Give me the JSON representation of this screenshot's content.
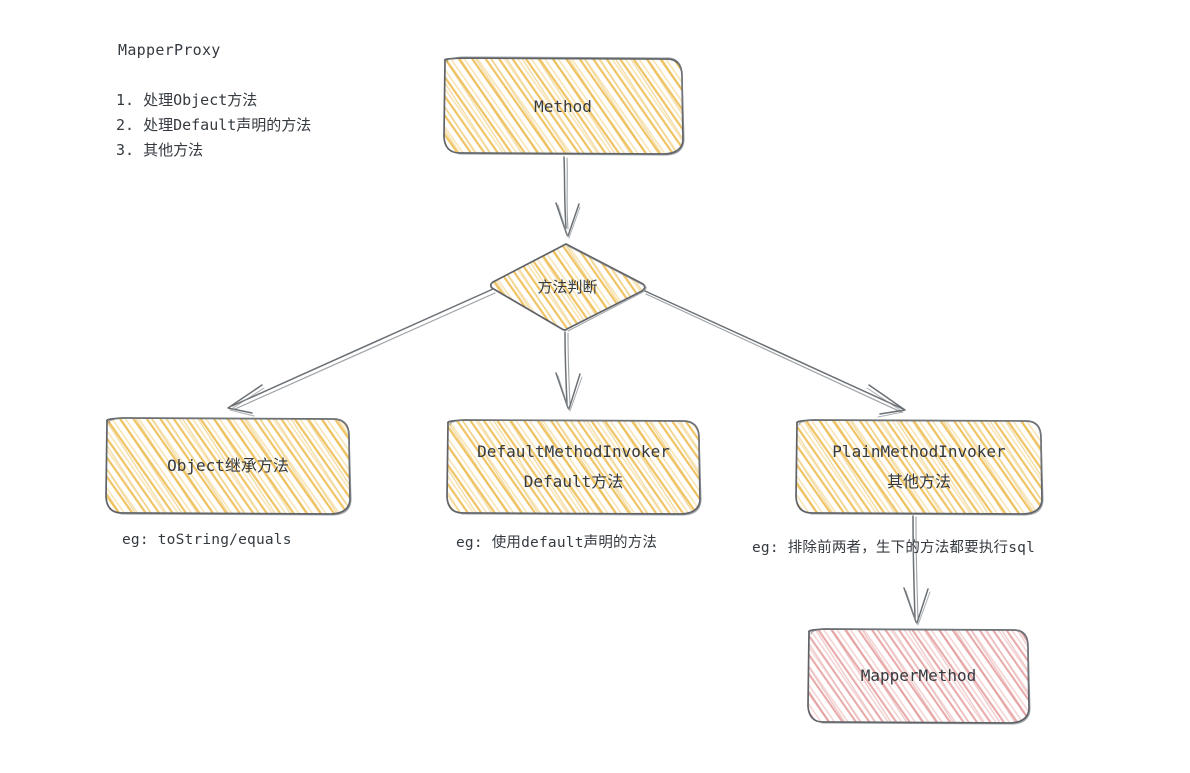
{
  "diagram": {
    "title": "MapperProxy",
    "legend_items": [
      "1. 处理Object方法",
      "2. 处理Default声明的方法",
      "3. 其他方法"
    ],
    "colors": {
      "node_fill_yellow": "#f2c75c",
      "node_fill_pink": "#e3a0a0",
      "node_stroke": "#5f6368",
      "arrow_stroke": "#6b7075",
      "text": "#343a40",
      "background": "#ffffff"
    },
    "nodes": {
      "method": {
        "label": "Method",
        "shape": "rounded-rect",
        "fill": "yellow"
      },
      "decision": {
        "label": "方法判断",
        "shape": "diamond",
        "fill": "yellow"
      },
      "object_branch": {
        "label": "Object继承方法",
        "shape": "rounded-rect",
        "fill": "yellow"
      },
      "default_branch": {
        "line1": "DefaultMethodInvoker",
        "line2": "Default方法",
        "shape": "rounded-rect",
        "fill": "yellow"
      },
      "plain_branch": {
        "line1": "PlainMethodInvoker",
        "line2": "其他方法",
        "shape": "rounded-rect",
        "fill": "yellow"
      },
      "mapper_method": {
        "label": "MapperMethod",
        "shape": "rounded-rect",
        "fill": "pink"
      }
    },
    "captions": {
      "object_branch": "eg: toString/equals",
      "default_branch": "eg: 使用default声明的方法",
      "plain_branch": "eg: 排除前两者，生下的方法都要执行sql"
    },
    "edges": [
      {
        "from": "method",
        "to": "decision",
        "direction": "down"
      },
      {
        "from": "decision",
        "to": "object_branch",
        "direction": "down-left"
      },
      {
        "from": "decision",
        "to": "default_branch",
        "direction": "down"
      },
      {
        "from": "decision",
        "to": "plain_branch",
        "direction": "down-right"
      },
      {
        "from": "plain_branch",
        "to": "mapper_method",
        "direction": "down"
      }
    ]
  }
}
